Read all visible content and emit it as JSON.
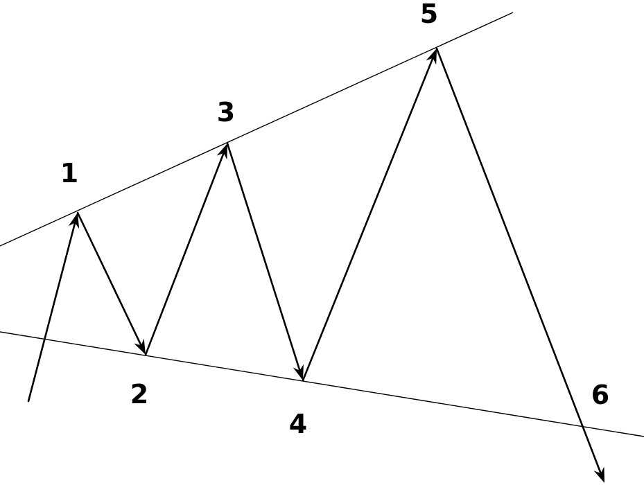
{
  "diagram": {
    "colors": {
      "line": "#000000",
      "background": "#ffffff"
    },
    "labels": {
      "p1": "1",
      "p2": "2",
      "p3": "3",
      "p4": "4",
      "p5": "5",
      "p6": "6"
    }
  }
}
